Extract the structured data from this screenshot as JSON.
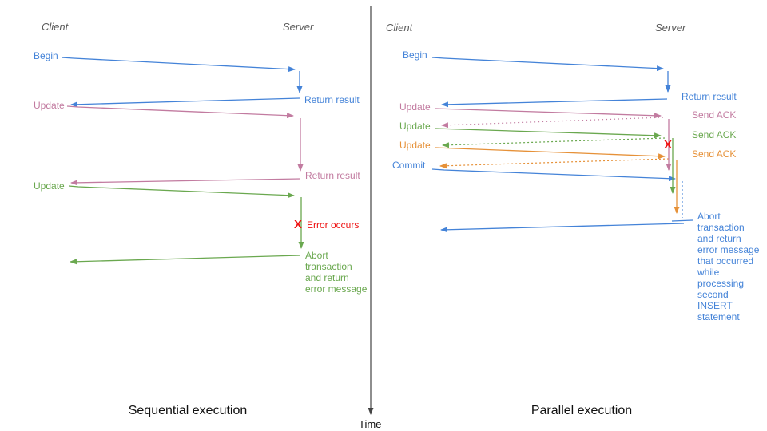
{
  "palette": {
    "blue": "#4483d8",
    "pink": "#c27ba0",
    "green": "#6aa84f",
    "orange": "#e69138",
    "red": "#ee1111",
    "header_gray": "#595959",
    "axis_gray": "#444444"
  },
  "time_axis": {
    "label": "Time"
  },
  "left": {
    "title": "Sequential execution",
    "client_header": "Client",
    "server_header": "Server",
    "labels": {
      "begin": "Begin",
      "return_result_1": "Return result",
      "update_1": "Update",
      "return_result_2": "Return result",
      "update_2": "Update",
      "error_x": "X",
      "error_occurs": "Error occurs",
      "abort": "Abort\ntransaction\nand return\nerror message"
    }
  },
  "right": {
    "title": "Parallel execution",
    "client_header": "Client",
    "server_header": "Server",
    "labels": {
      "begin": "Begin",
      "return_result": "Return result",
      "update_1": "Update",
      "send_ack_1": "Send ACK",
      "update_2": "Update",
      "send_ack_2": "Send ACK",
      "update_3": "Update",
      "send_ack_3": "Send ACK",
      "commit": "Commit",
      "error_x": "X",
      "abort": "Abort\ntransaction\nand return\nerror message\nthat occurred\nwhile\nprocessing\nsecond\nINSERT\nstatement"
    }
  }
}
